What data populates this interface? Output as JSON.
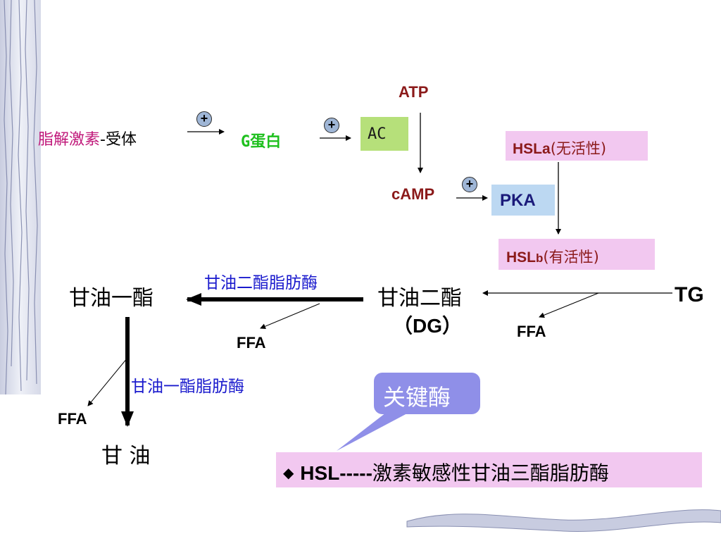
{
  "hormone": {
    "part1": "脂解激素",
    "part2": "-受体"
  },
  "g_protein": "G蛋白",
  "ac": "AC",
  "atp": "ATP",
  "camp": "cAMP",
  "pka": "PKA",
  "plus_sign": "+",
  "hsla": {
    "main": "HSLa",
    "sub": "(无活性)"
  },
  "hslb": {
    "main": "HSL",
    "small": "b",
    "sub": "(有活性)"
  },
  "tg": "TG",
  "dg": {
    "name": "甘油二酯",
    "abbr": "（DG）"
  },
  "mg": "甘油一酯",
  "glycerol": "甘 油",
  "ffa": "FFA",
  "enzyme_dg": "甘油二酯脂肪酶",
  "enzyme_mg": "甘油一酯脂肪酶",
  "key_enzyme": "关键酶",
  "hsl_note": {
    "bullet": "◆",
    "prefix": "HSL-----",
    "text": "激素敏感性甘油三酯脂肪酶"
  },
  "colors": {
    "hormone": "#c0187a",
    "g_protein": "#1ec01e",
    "ac_bg": "#b6e07a",
    "pka_bg": "#bcd8f2",
    "hsl_bg": "#f2c8f0",
    "dark_red": "#8b1a1a",
    "navy": "#1a1a7a",
    "enzyme_blue": "#1a1acd",
    "callout": "#8f8fe8"
  }
}
